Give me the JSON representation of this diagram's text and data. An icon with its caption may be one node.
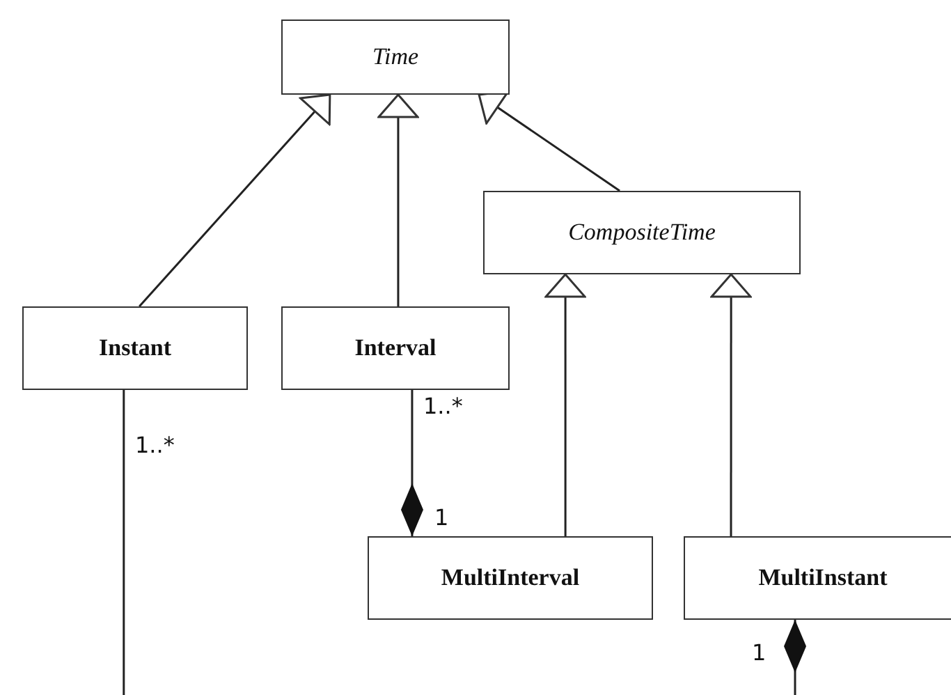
{
  "diagram": {
    "nodes": [
      {
        "text": [
          "Time"
        ]
      },
      {
        "text": [
          "CompositeTime"
        ]
      },
      {
        "text": [
          "Instant"
        ]
      },
      {
        "text": [
          "Interval"
        ]
      },
      {
        "text": [
          "MultiInterval"
        ]
      },
      {
        "text": [
          "MultiInstant"
        ]
      }
    ],
    "edges": [
      {
        "from": 2,
        "to": 0,
        "arrow": "to"
      },
      {
        "from": 3,
        "to": 0,
        "arrow": "to"
      },
      {
        "from": 1,
        "to": 0,
        "arrow": "to"
      },
      {
        "from": 4,
        "to": 1,
        "arrow": "to"
      },
      {
        "from": 5,
        "to": 1,
        "arrow": "to"
      },
      {
        "from": 3,
        "to": 4,
        "arrow": "other"
      },
      {
        "from": 2,
        "to": null,
        "arrow": "none"
      },
      {
        "from": null,
        "to": 5,
        "arrow": "other"
      }
    ],
    "labels": [
      "1..*",
      "1..*",
      "1",
      "1"
    ]
  }
}
